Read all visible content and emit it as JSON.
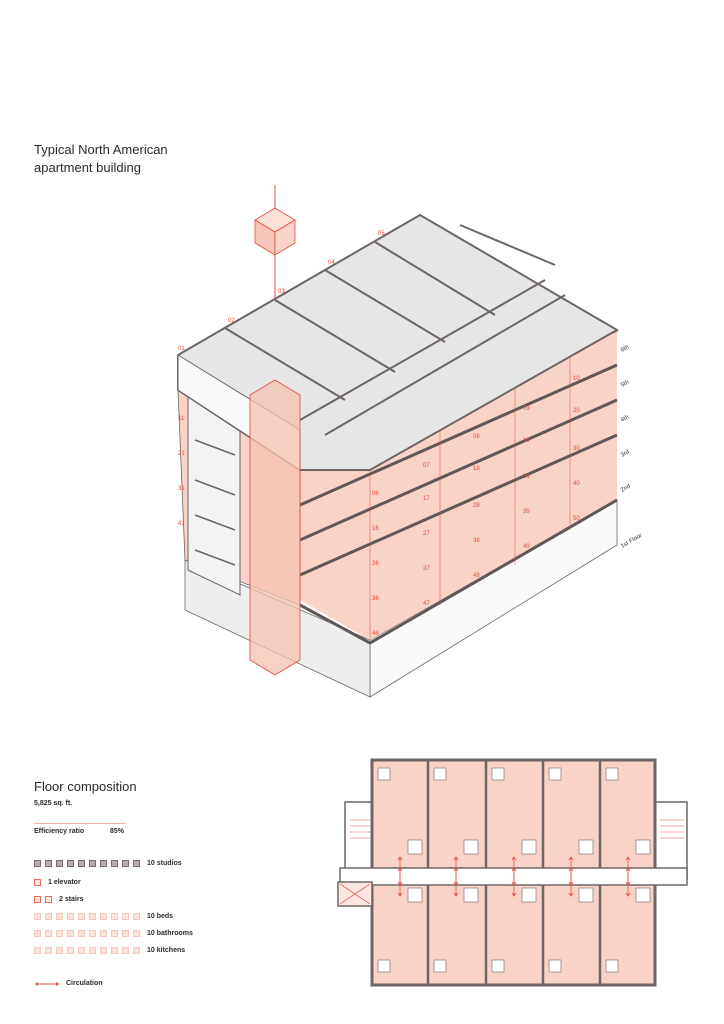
{
  "title": {
    "line1": "Typical North American",
    "line2": "apartment building"
  },
  "floors": [
    "6th",
    "5th",
    "4th",
    "3rd",
    "2nd",
    "1st Floor"
  ],
  "unit_labels": {
    "top": [
      "01",
      "02",
      "03",
      "04",
      "05"
    ],
    "left": [
      "11",
      "21",
      "31",
      "41"
    ],
    "front": [
      "07",
      "17",
      "27",
      "37",
      "47"
    ],
    "front2": [
      "08",
      "18",
      "28",
      "38",
      "48"
    ],
    "front3": [
      "09",
      "19",
      "29",
      "39",
      "49"
    ],
    "front4": [
      "10",
      "20",
      "30",
      "40",
      "50"
    ],
    "corner": [
      "06",
      "16",
      "26",
      "36",
      "46"
    ]
  },
  "composition": {
    "title": "Floor composition",
    "area": "5,825 sq. ft.",
    "efficiency_label": "Efficiency ratio",
    "efficiency_value": "85%",
    "legend": [
      {
        "label": "10 studios",
        "count": 10,
        "style": "dark"
      },
      {
        "label": "1 elevator",
        "count": 1,
        "style": "red"
      },
      {
        "label": "2 stairs",
        "count": 2,
        "style": "red"
      },
      {
        "label": "10 beds",
        "count": 10,
        "style": "light"
      },
      {
        "label": "10 bathrooms",
        "count": 10,
        "style": "light"
      },
      {
        "label": "10 kitchens",
        "count": 10,
        "style": "light"
      }
    ],
    "circulation": "Circulation"
  },
  "colors": {
    "accent": "#e8483a",
    "pink": "#f9d3c7",
    "wall": "#6e6566"
  }
}
